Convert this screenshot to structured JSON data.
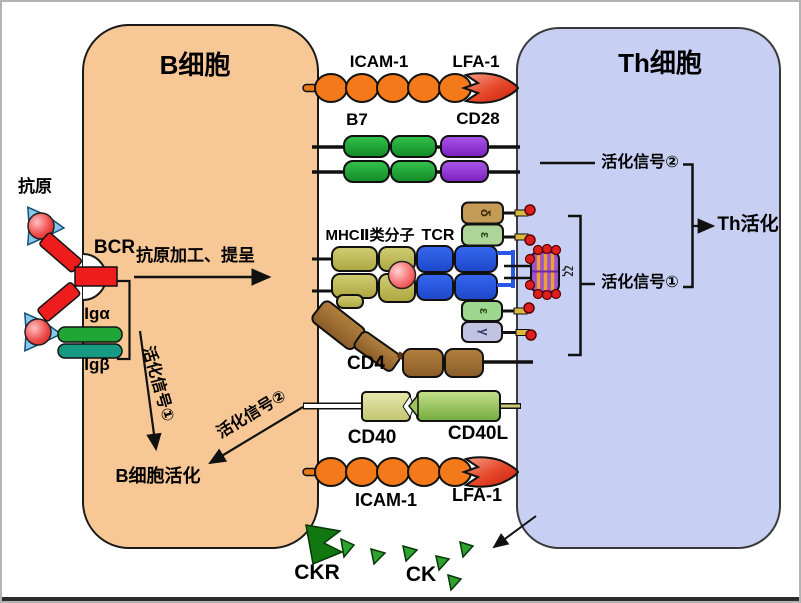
{
  "palette": {
    "b_cell_fill": "#F7C795",
    "th_cell_fill": "#C7CFF2",
    "icam_orange": "#F4791B",
    "lfa_red": "#E8402A",
    "b7_green": "#1FA636",
    "cd28_purple": "#9638D8",
    "mhc_olive": "#C3BE5F",
    "tcr_blue": "#2857E8",
    "cd4_brown": "#9C6B33",
    "cd40_yellow_green": "#D8DA90",
    "cd40l_green": "#8FBF50",
    "ck_green": "#2FA12F",
    "bcr_red": "#EE1C1C",
    "ig_alpha_green": "#1FA636",
    "ig_beta_teal": "#169B82",
    "zeta_purple": "#9B51D0",
    "itam_red": "#DE1F1F"
  },
  "b_cell": {
    "title": "B细胞",
    "antigen_label": "抗原",
    "bcr_label": "BCR",
    "ig_alpha_label": "Igα",
    "ig_beta_label": "Igβ",
    "processing_label": "抗原加工、提呈",
    "signal1_label": "活化信号①",
    "signal2_label": "活化信号②",
    "activation_label": "B细胞活化",
    "ckr_label": "CKR"
  },
  "synapse": {
    "icam1_top_label": "ICAM-1",
    "lfa1_top_label": "LFA-1",
    "b7_label": "B7",
    "cd28_label": "CD28",
    "mhc2_label": "MHCⅡ类分子",
    "tcr_label": "TCR",
    "cd4_label": "CD4",
    "cd40_label": "CD40",
    "cd40l_label": "CD40L",
    "icam1_bottom_label": "ICAM-1",
    "lfa1_bottom_label": "LFA-1",
    "ck_label": "CK",
    "cd3_delta": "δ",
    "cd3_epsilon_top": "ε",
    "cd3_epsilon_bottom": "ε",
    "cd3_gamma": "γ",
    "cd3_zeta": "ζζ"
  },
  "th_cell": {
    "title": "Th细胞",
    "signal2_label": "活化信号②",
    "signal1_label": "活化信号①",
    "activation_label": "Th活化"
  }
}
